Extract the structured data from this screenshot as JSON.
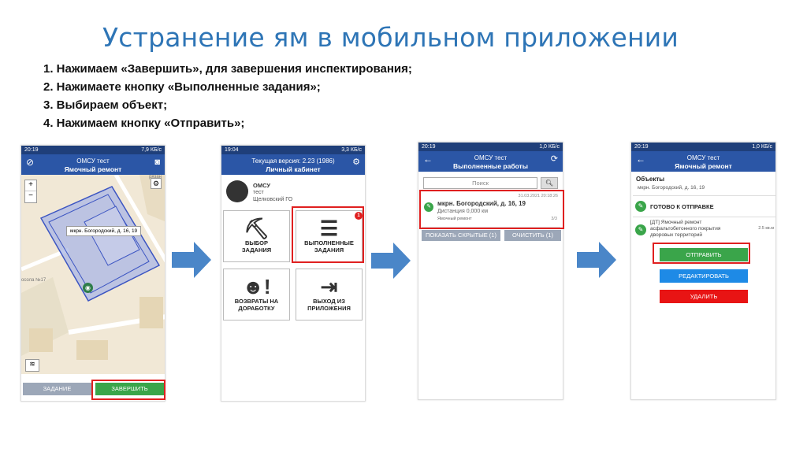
{
  "slide": {
    "title": "Устранение ям в мобильном приложении",
    "steps": [
      "1. Нажимаем «Завершить», для завершения инспектирования;",
      "2. Нажимаете кнопку «Выполненные задания»;",
      "3. Выбираем объект;",
      "4. Нажимаем кнопку «Отправить»;"
    ]
  },
  "phone1": {
    "status_time": "20:19",
    "status_right": "7,9 КБ/с",
    "app_title": "ОМСУ тест",
    "screen_title": "Ямочный ремонт",
    "map_label": "мкрн. Богородский, д. 16, 19",
    "zoom_in": "+",
    "zoom_out": "−",
    "street_label": "осола №17",
    "street_label2": "рязан",
    "tab_task": "ЗАДАНИЕ",
    "tab_finish": "ЗАВЕРШИТЬ"
  },
  "phone2": {
    "status_time": "19:04",
    "status_right": "3,3 КБ/с",
    "version": "Текущая версия: 2.23 (1986)",
    "screen_title": "Личный кабинет",
    "user_org": "ОМСУ",
    "user_name": "тест",
    "user_district": "Щелковский ГО",
    "tiles": [
      "ВЫБОР ЗАДАНИЯ",
      "ВЫПОЛНЕННЫЕ ЗАДАНИЯ",
      "ВОЗВРАТЫ НА ДОРАБОТКУ",
      "ВЫХОД ИЗ ПРИЛОЖЕНИЯ"
    ],
    "badge": "1"
  },
  "phone3": {
    "status_time": "20:19",
    "status_right": "1,0 КБ/с",
    "app_title": "ОМСУ тест",
    "screen_title": "Выполненные работы",
    "search_placeholder": "Поиск",
    "item_date": "31.03.2021 20:18:26",
    "item_address": "мкрн. Богородский, д. 16, 19",
    "item_distance": "Дистанция 0,000 км",
    "item_type": "Ямочный ремонт",
    "item_count": "3/3",
    "show_hidden": "ПОКАЗАТЬ СКРЫТЫЕ (1)",
    "clear": "ОЧИСТИТЬ (1)"
  },
  "phone4": {
    "status_time": "20:19",
    "status_right": "1,0 КБ/с",
    "app_title": "ОМСУ тест",
    "screen_title": "Ямочный ремонт",
    "objects_title": "Объекты",
    "objects_address": "мкрн. Богородский, д. 16, 19",
    "ready": "ГОТОВО К ОТПРАВКЕ",
    "work_desc": "[ДТ] Ямочный ремонт асфальтобетонного покрытия дворовых территорий",
    "work_amount": "2.5 кв.м",
    "send": "ОТПРАВИТЬ",
    "edit": "РЕДАКТИРОВАТЬ",
    "delete": "УДАЛИТЬ"
  },
  "colors": {
    "title_blue": "#2e75b6",
    "app_blue": "#2b56a6",
    "arrow_blue": "#4a86c8",
    "highlight_red": "#e02020",
    "green": "#3aa54a"
  }
}
